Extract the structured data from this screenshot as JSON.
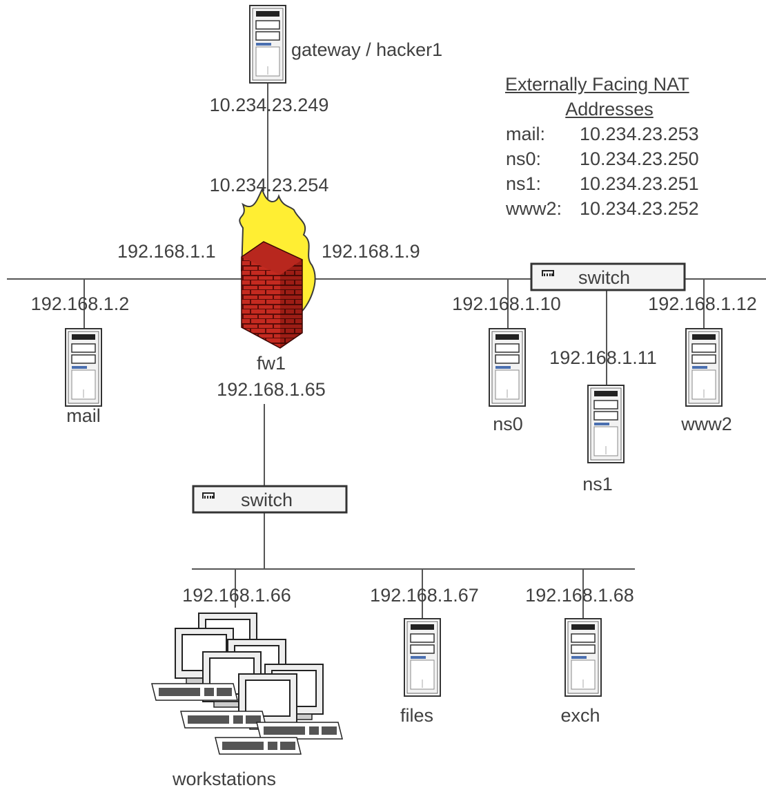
{
  "gateway": {
    "name": "gateway / hacker1",
    "ip_outer": "10.234.23.249"
  },
  "firewall": {
    "name": "fw1",
    "ip_top": "10.234.23.254",
    "ip_left": "192.168.1.1",
    "ip_right": "192.168.1.9",
    "ip_bottom": "192.168.1.65"
  },
  "nat_table": {
    "title_line1": "Externally Facing NAT",
    "title_line2": "Addresses",
    "rows": [
      {
        "host": "mail:",
        "ip": "10.234.23.253"
      },
      {
        "host": "ns0:",
        "ip": "10.234.23.250"
      },
      {
        "host": "ns1:",
        "ip": "10.234.23.251"
      },
      {
        "host": "www2:",
        "ip": "10.234.23.252"
      }
    ]
  },
  "dmz_switch": {
    "label": "switch"
  },
  "internal_switch": {
    "label": "switch"
  },
  "servers": {
    "mail": {
      "ip": "192.168.1.2",
      "name": "mail"
    },
    "ns0": {
      "ip": "192.168.1.10",
      "name": "ns0"
    },
    "ns1": {
      "ip": "192.168.1.11",
      "name": "ns1"
    },
    "www2": {
      "ip": "192.168.1.12",
      "name": "www2"
    },
    "files": {
      "ip": "192.168.1.67",
      "name": "files"
    },
    "exch": {
      "ip": "192.168.1.68",
      "name": "exch"
    }
  },
  "workstations": {
    "ip": "192.168.1.66",
    "name": "workstations"
  }
}
